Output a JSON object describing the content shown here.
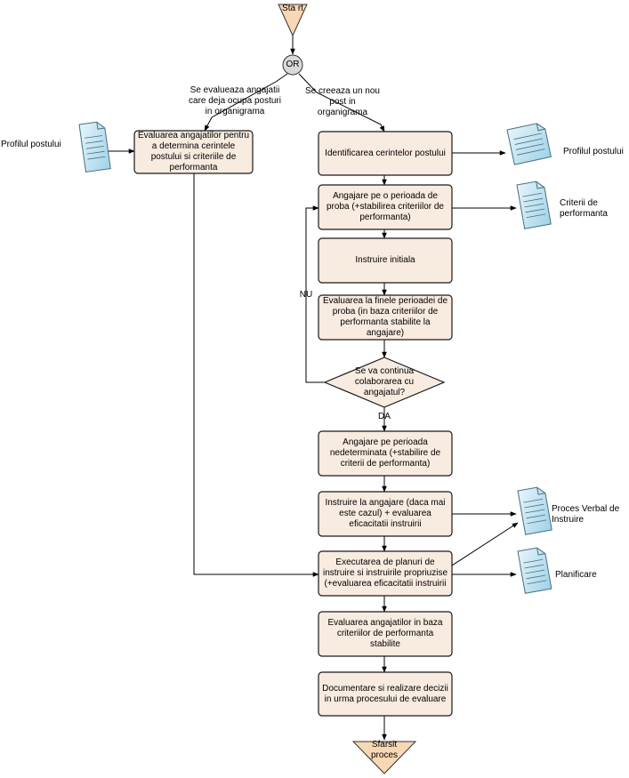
{
  "colors": {
    "box_fill": "#f8ebdf",
    "box_stroke": "#1a1a1a",
    "start_fill": "#f8d7b4",
    "gateway_fill": "#d9d9d9",
    "doc_fill": "#bfe3f2",
    "doc_stroke": "#4a6e80",
    "line": "#000000"
  },
  "nodes": {
    "start": "Sta rt",
    "gateway": "OR",
    "branch_existing": "Se evalueaza angajatii care deja ocupa posturi in organigrama",
    "branch_new": "Se creeaza un nou post in organigrama",
    "eval_existing": "Evaluarea angajatilor pentru a determina cerintele postului si criteriile de performanta",
    "identify": "Identificarea cerintelor postului",
    "probation_hire": "Angajare pe o perioada de proba (+stabilirea criteriilor de performanta)",
    "initial_training": "Instruire initiala",
    "probation_eval": "Evaluarea la finele perioadei de proba (in baza criteriilor de performanta stabilite la angajare)",
    "decision": "Se va continua colaborarea cu angajatul?",
    "no_label": "NU",
    "yes_label": "DA",
    "indefinite_hire": "Angajare pe perioada nedeterminata (+stabilire de criterii de performanta)",
    "hire_training": "Instruire la angajare (daca mai este cazul) + evaluarea eficacitatii instruirii",
    "execute_plans": "Executarea de planuri de instruire si instruirile propriuzise (+evaluarea eficacitatii instruirii",
    "eval_criteria": "Evaluarea angajatilor in baza criteriilor de performanta stabilite",
    "documentation": "Documentare si realizare decizii in urma procesului de evaluare",
    "end": "Sfarsit proces"
  },
  "documents": {
    "profile_left": "Profilul postului",
    "profile_right": "Profilul postului",
    "criteria": "Criterii de performanta",
    "training_record": "Proces Verbal de Instruire",
    "planning": "Planificare"
  }
}
